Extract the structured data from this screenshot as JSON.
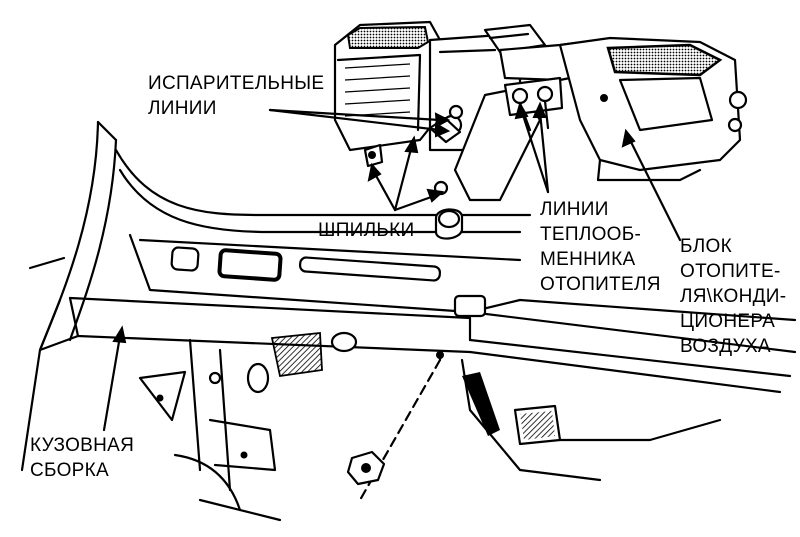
{
  "labels": {
    "evaporator_lines": [
      "ИСПАРИТЕЛЬНЫЕ",
      "ЛИНИИ"
    ],
    "studs": "ШПИЛЬКИ",
    "heater_core_lines": [
      "ЛИНИИ",
      "ТЕПЛООБ-",
      "МЕННИКА",
      "ОТОПИТЕЛЯ"
    ],
    "heater_ac_unit": [
      "БЛОК",
      "ОТОПИТЕ-",
      "ЛЯ\\КОНДИ-",
      "ЦИОНЕРА",
      "ВОЗДУХА"
    ],
    "body_assembly": [
      "КУЗОВНАЯ",
      "СБОРКА"
    ]
  },
  "colors": {
    "ink": "#000000",
    "paper": "#ffffff",
    "shade": "#555555"
  }
}
